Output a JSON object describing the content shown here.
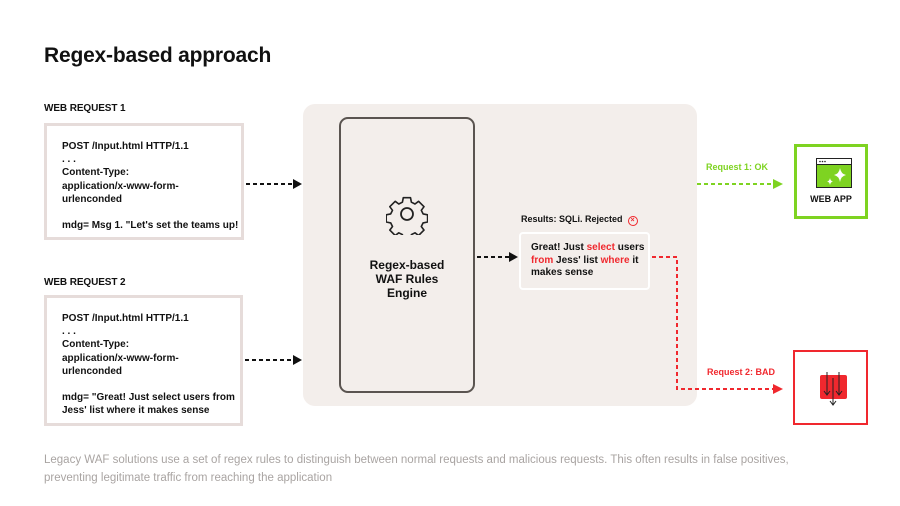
{
  "title": "Regex-based approach",
  "requests": [
    {
      "label": "WEB REQUEST 1",
      "lines": [
        "POST /Input.html HTTP/1.1",
        ". . .",
        "Content-Type:",
        "application/x-www-form-",
        "urlenconded",
        "",
        "mdg= Msg 1. \"Let's set the teams up!"
      ]
    },
    {
      "label": "WEB REQUEST 2",
      "lines": [
        "POST /Input.html HTTP/1.1",
        ". . .",
        "Content-Type:",
        "application/x-www-form-",
        "urlenconded",
        "",
        "mdg= \"Great! Just select users from",
        "Jess' list where it makes sense"
      ]
    }
  ],
  "engine": {
    "icon": "gear-icon",
    "label_lines": [
      "Regex-based",
      "WAF Rules",
      "Engine"
    ]
  },
  "result": {
    "label": "Results: SQLi. Rejected",
    "reject_icon": "x-circle-icon",
    "text": {
      "p1": "Great! Just ",
      "k1": "select",
      "p2": " users",
      "k2": "from",
      "p3": " Jess' list ",
      "k3": "where",
      "p4": " it",
      "p5": "makes sense"
    }
  },
  "flows": {
    "ok_label": "Request 1: OK",
    "bad_label": "Request 2: BAD"
  },
  "destinations": {
    "webapp_label": "WEB APP",
    "webapp_icon": "browser-sparkle-icon",
    "bad_icon": "blocked-arrows-icon"
  },
  "colors": {
    "ok": "#7ed321",
    "bad": "#f0282e",
    "panel": "#f3eeeb",
    "border": "#e6dcda"
  },
  "caption": "Legacy WAF solutions use a set of regex rules to distinguish between normal requests and malicious requests. This often results in false positives, preventing legitimate traffic from reaching the application"
}
